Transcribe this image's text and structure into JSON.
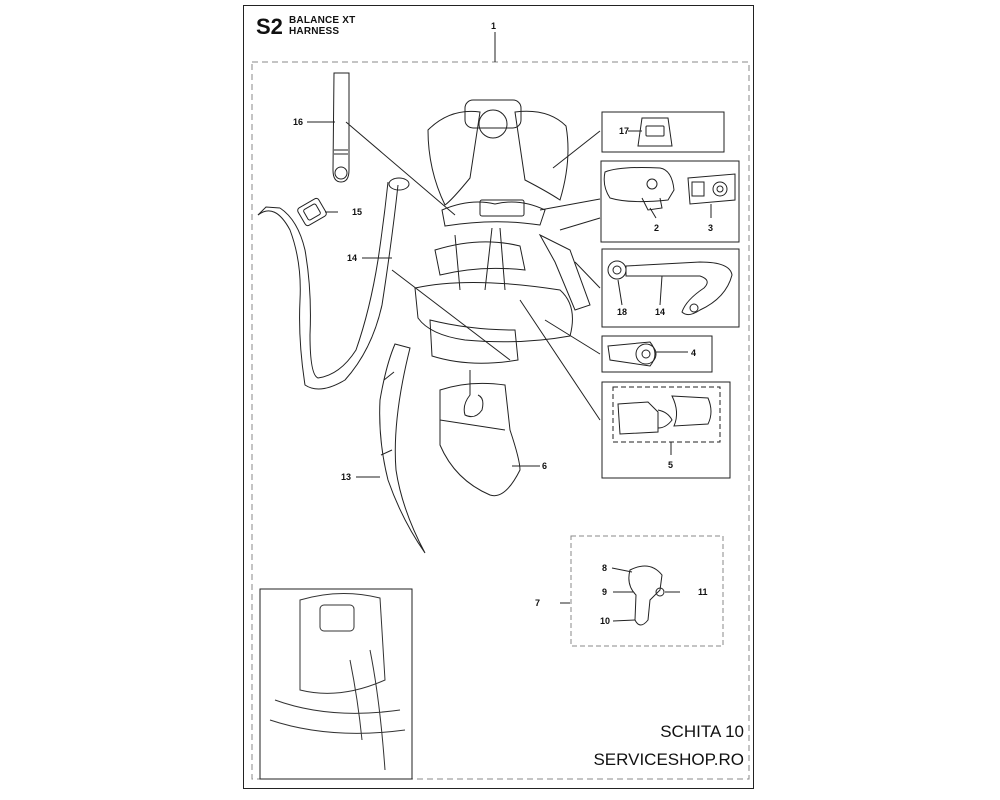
{
  "header": {
    "section": "S2",
    "title_line1": "BALANCE XT",
    "title_line2": "HARNESS"
  },
  "callouts": {
    "p1": "1",
    "p2": "2",
    "p3": "3",
    "p4": "4",
    "p5": "5",
    "p6": "6",
    "p7": "7",
    "p8": "8",
    "p9": "9",
    "p10": "10",
    "p11": "11",
    "p13": "13",
    "p14a": "14",
    "p14b": "14",
    "p15": "15",
    "p16": "16",
    "p17": "17",
    "p18": "18"
  },
  "footer": {
    "schema": "SCHITA 10",
    "shop": "SERVICESHOP.RO"
  }
}
